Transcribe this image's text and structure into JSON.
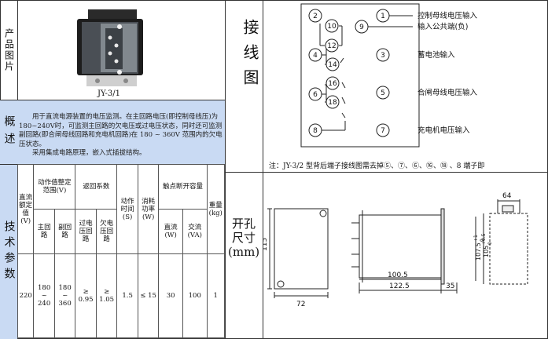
{
  "left": {
    "product_label": "产品图片",
    "model_caption": "JY-3/1",
    "overview_label": "概述",
    "overview_p1": "用于直流电源装置的电压监测。在主回路电压(即控制母线压)为180~240V时，可监测主回路的欠电压或过电压状态，同时还可监测副回路(即合闸母线回路和充电机回路)在 180 ~ 360V 范围内的欠电压状态。",
    "overview_p2": "采用集成电路原理，嵌入式插拔结构。",
    "tech_label": "技术参数"
  },
  "spec_table": {
    "h_rated": "直流额定值(V)",
    "h_action": "动作值整定范围(V)",
    "h_main": "主回路",
    "h_sub": "副回路",
    "h_return": "返回系数",
    "h_over": "过电压回路",
    "h_under": "欠电压回路",
    "h_time": "动作时间(S)",
    "h_power": "消耗功率(W)",
    "h_contact": "触点断开容量",
    "h_dc": "直流(W)",
    "h_ac": "交流(VA)",
    "h_weight": "重量(kg)",
    "v_rated": "220",
    "v_main": "180 ~ 240",
    "v_sub": "180 ~ 360",
    "v_over": "≥ 0.95",
    "v_under": "≥ 1.05",
    "v_time": "1.5",
    "v_power": "≤ 15",
    "v_dc": "30",
    "v_ac": "100",
    "v_weight": "1"
  },
  "wiring": {
    "label": "接线图",
    "terminals": {
      "t1": "1",
      "t2": "2",
      "t3": "3",
      "t4": "4",
      "t5": "5",
      "t6": "6",
      "t7": "7",
      "t8": "8",
      "t9": "9",
      "t10": "10",
      "t12": "12",
      "t14": "14",
      "t16": "16",
      "t18": "18"
    },
    "l1": "控制母线电压输入",
    "l9": "输入公共端(负)",
    "l3": "蓄电池输入",
    "l5": "合闸母线电压输入",
    "l7": "充电机电压输入",
    "note": "注：JY-3/2 型背后端子接线图需去掉⑤、⑦、⑥、⑯、⑱ 、8  端子即"
  },
  "cutout": {
    "label": "开孔尺寸(mm)",
    "d115": "115",
    "d72": "72",
    "d1005": "100.5",
    "d1225": "122.5",
    "d35": "35",
    "d64": "64",
    "d1075": "107.5",
    "d1075_tol_top": "+1",
    "d1075_tol_bot": "0",
    "d1055": "105",
    "d1055_tol_top": "+0.5",
    "d1055_tol_bot": "0"
  }
}
